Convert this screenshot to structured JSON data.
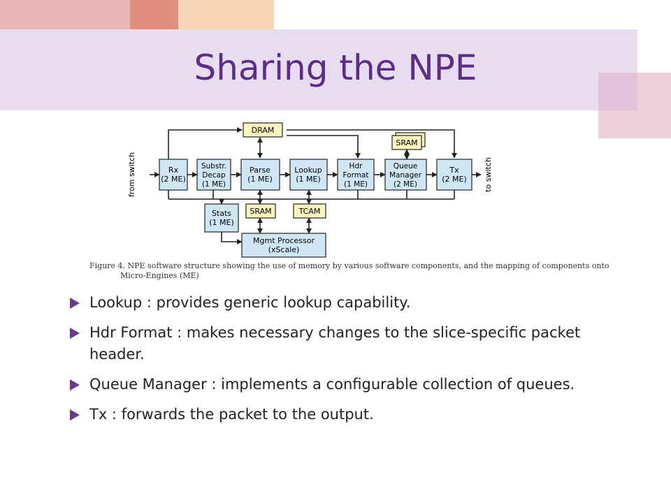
{
  "slide": {
    "title": "Sharing the NPE"
  },
  "diagram": {
    "blocks": {
      "dram": "DRAM",
      "sram_top": "SRAM",
      "rx": [
        "Rx",
        "(2 ME)"
      ],
      "substr": [
        "Substr.",
        "Decap",
        "(1 ME)"
      ],
      "parse": [
        "Parse",
        "(1 ME)"
      ],
      "lookup": [
        "Lookup",
        "(1 ME)"
      ],
      "hdr": [
        "Hdr",
        "Format",
        "(1 ME)"
      ],
      "qm": [
        "Queue",
        "Manager",
        "(2 ME)"
      ],
      "tx": [
        "Tx",
        "(2 ME)"
      ],
      "stats": [
        "Stats",
        "(1 ME)"
      ],
      "sram_bottom": "SRAM",
      "tcam": "TCAM",
      "mgmt": [
        "Mgmt Processor",
        "(xScale)"
      ]
    },
    "side_labels": {
      "left": "from switch",
      "right": "to switch"
    },
    "colors": {
      "blue_block": "#cfe6f5",
      "yellow_block": "#fbf6bf",
      "stroke": "#222222"
    }
  },
  "caption": {
    "line1": "Figure 4.  NPE software structure showing the use of memory by various software components, and the mapping of components onto",
    "line2": "Micro-Engines (ME)"
  },
  "bullets": [
    "Lookup : provides generic lookup capability.",
    "Hdr Format : makes necessary changes to the slice-specific packet header.",
    "Queue Manager : implements a configurable collection of queues.",
    "Tx : forwards the packet to the output."
  ],
  "theme": {
    "title_color": "#5b2d86",
    "band_color": "#e8dcf0",
    "bullet_color": "#6b3a8f"
  }
}
